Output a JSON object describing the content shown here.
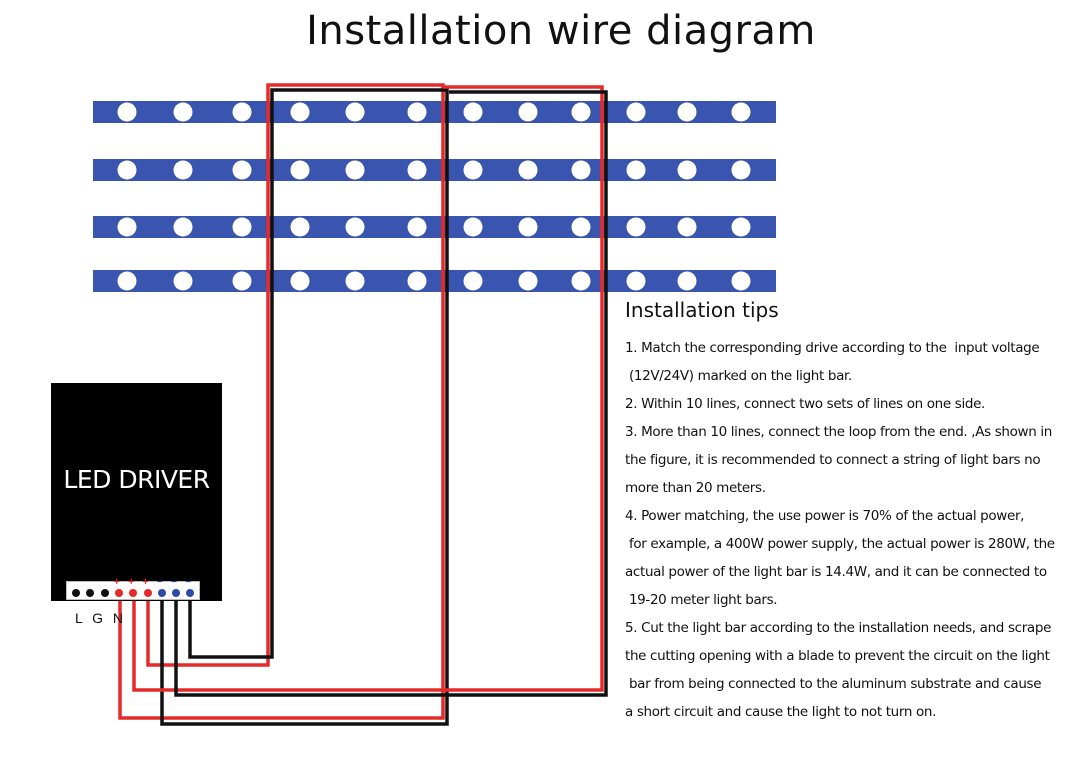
{
  "title": "Installation wire diagram",
  "colors": {
    "strip": "#3a55b0",
    "led": "#ffffff",
    "positive_wire": "#e52a2a",
    "negative_wire": "#111111",
    "driver": "#000000",
    "terminal_positive": "#e52a2a",
    "terminal_negative": "#2a4aa8",
    "terminal_ac": "#111111"
  },
  "led_strips": {
    "count": 4,
    "leds_per_strip": 12
  },
  "driver": {
    "label": "LED DRIVER",
    "ac_terminals_label": "L G N",
    "terminals": [
      {
        "type": "ac",
        "sign": ""
      },
      {
        "type": "ac",
        "sign": ""
      },
      {
        "type": "ac",
        "sign": ""
      },
      {
        "type": "positive",
        "sign": "+"
      },
      {
        "type": "positive",
        "sign": "+"
      },
      {
        "type": "positive",
        "sign": "+"
      },
      {
        "type": "negative",
        "sign": "−"
      },
      {
        "type": "negative",
        "sign": "−"
      },
      {
        "type": "negative",
        "sign": "−"
      }
    ]
  },
  "tips": {
    "heading": "Installation tips",
    "lines": [
      "1. Match the corresponding drive according to the  input voltage",
      " (12V/24V) marked on the light bar.",
      "2. Within 10 lines, connect two sets of lines on one side.",
      "3. More than 10 lines, connect the loop from the end. ,As shown in",
      "the figure, it is recommended to connect a string of light bars no",
      "more than 20 meters.",
      "4. Power matching, the use power is 70% of the actual power,",
      " for example, a 400W power supply, the actual power is 280W, the",
      "actual power of the light bar is 14.4W, and it can be connected to",
      " 19-20 meter light bars.",
      "5. Cut the light bar according to the installation needs, and scrape",
      "the cutting opening with a blade to prevent the circuit on the light",
      " bar from being connected to the aluminum substrate and cause",
      "a short circuit and cause the light to not turn on."
    ]
  }
}
